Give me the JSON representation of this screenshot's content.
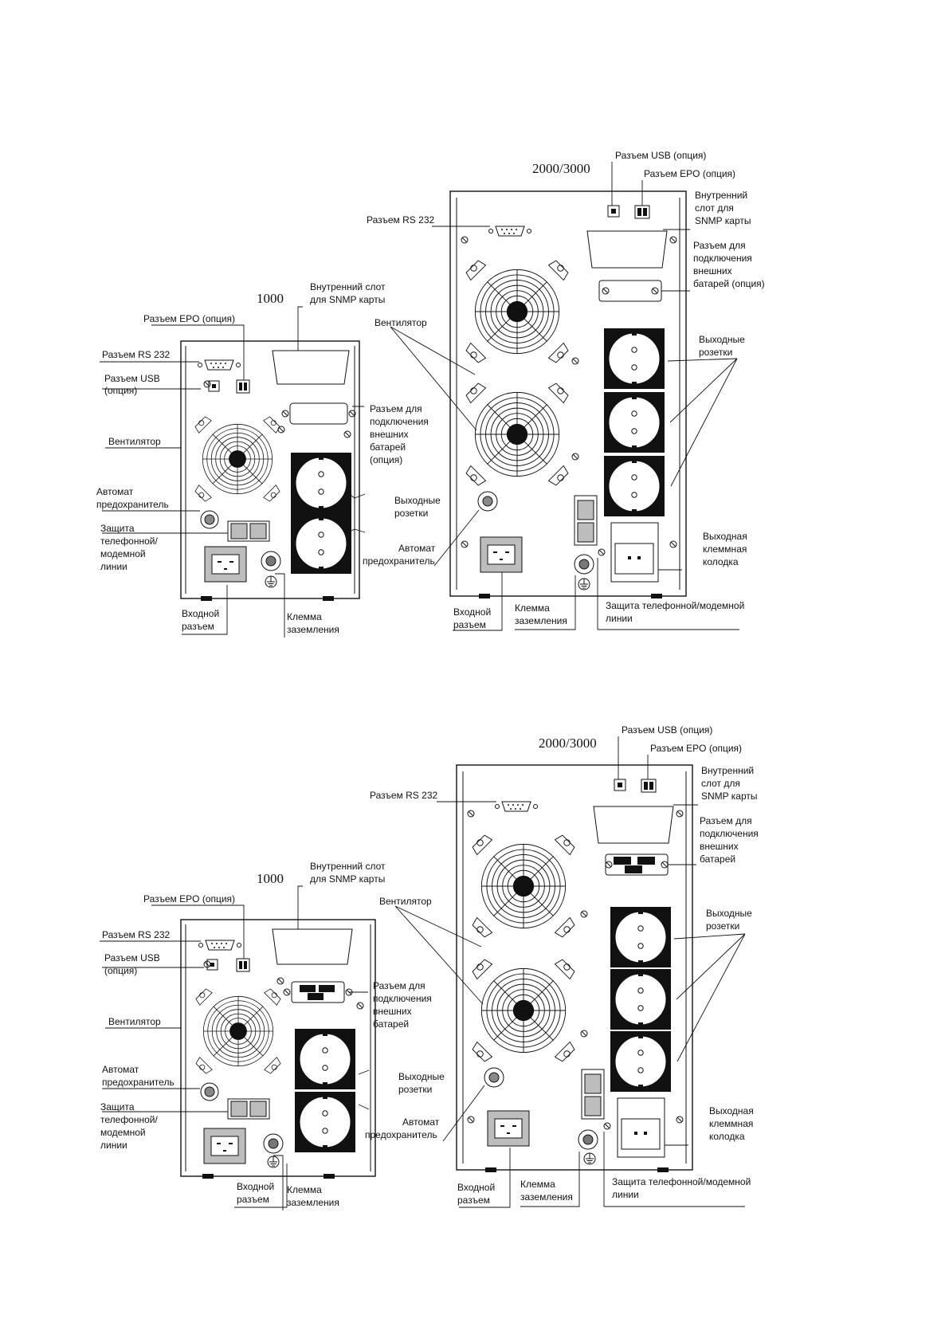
{
  "diagram_1": {
    "small": {
      "model": "1000",
      "labels": {
        "snmp": [
          "Внутренний слот",
          "для SNMP карты"
        ],
        "epo": [
          "Разъем EPO (опция)"
        ],
        "rs232": [
          "Разъем RS 232"
        ],
        "usb": [
          "Разъем USB",
          "(опция)"
        ],
        "fan": [
          "Вентилятор"
        ],
        "breaker": [
          "Автомат",
          "предохранитель"
        ],
        "phone": [
          "Защита",
          "телефонной/",
          "модемной",
          "линии"
        ],
        "battery": [
          "Разъем для",
          "подключения",
          "внешних",
          "батарей",
          "(опция)"
        ],
        "outlets": [
          "Выходные",
          "розетки"
        ],
        "input": [
          "Входной",
          "разъем"
        ],
        "ground": [
          "Клемма",
          "заземления"
        ]
      }
    },
    "large": {
      "model": "2000/3000",
      "labels": {
        "usb": [
          "Разъем USB (опция)"
        ],
        "epo": [
          "Разъем EPO (опция)"
        ],
        "snmp": [
          "Внутренний",
          "слот для",
          "SNMP карты"
        ],
        "rs232": [
          "Разъем RS 232"
        ],
        "battery": [
          "Разъем для",
          "подключения",
          "внешних",
          "батарей (опция)"
        ],
        "fan": [
          "Вентилятор"
        ],
        "outlets": [
          "Выходные",
          "розетки"
        ],
        "breaker": [
          "Автомат",
          "предохранитель"
        ],
        "terminal": [
          "Выходная",
          "клеммная",
          "колодка"
        ],
        "input": [
          "Входной",
          "разъем"
        ],
        "ground": [
          "Клемма",
          "заземления"
        ],
        "phone": [
          "Защита телефонной/модемной",
          "линии"
        ]
      }
    }
  },
  "diagram_2": {
    "small": {
      "model": "1000",
      "labels": {
        "snmp": [
          "Внутренний слот",
          "для SNMP карты"
        ],
        "epo": [
          "Разъем EPO (опция)"
        ],
        "rs232": [
          "Разъем RS 232"
        ],
        "usb": [
          "Разъем USB",
          "(опция)"
        ],
        "fan": [
          "Вентилятор"
        ],
        "breaker": [
          "Автомат",
          "предохранитель"
        ],
        "phone": [
          "Защита",
          "телефонной/",
          "модемной",
          "линии"
        ],
        "battery": [
          "Разъем для",
          "подключения",
          "внешних",
          "батарей"
        ],
        "outlets": [
          "Выходные",
          "розетки"
        ],
        "input": [
          "Входной",
          "разъем"
        ],
        "ground": [
          "Клемма",
          "заземления"
        ]
      }
    },
    "large": {
      "model": "2000/3000",
      "labels": {
        "usb": [
          "Разъем USB (опция)"
        ],
        "epo": [
          "Разъем EPO (опция)"
        ],
        "snmp": [
          "Внутренний",
          "слот для",
          "SNMP карты"
        ],
        "rs232": [
          "Разъем RS 232"
        ],
        "battery": [
          "Разъем для",
          "подключения",
          "внешних",
          "батарей"
        ],
        "fan": [
          "Вентилятор"
        ],
        "outlets": [
          "Выходные",
          "розетки"
        ],
        "breaker": [
          "Автомат",
          "предохранитель"
        ],
        "terminal": [
          "Выходная",
          "клеммная",
          "колодка"
        ],
        "input": [
          "Входной",
          "разъем"
        ],
        "ground": [
          "Клемма",
          "заземления"
        ],
        "phone": [
          "Защита телефонной/модемной",
          "линии"
        ]
      }
    }
  }
}
